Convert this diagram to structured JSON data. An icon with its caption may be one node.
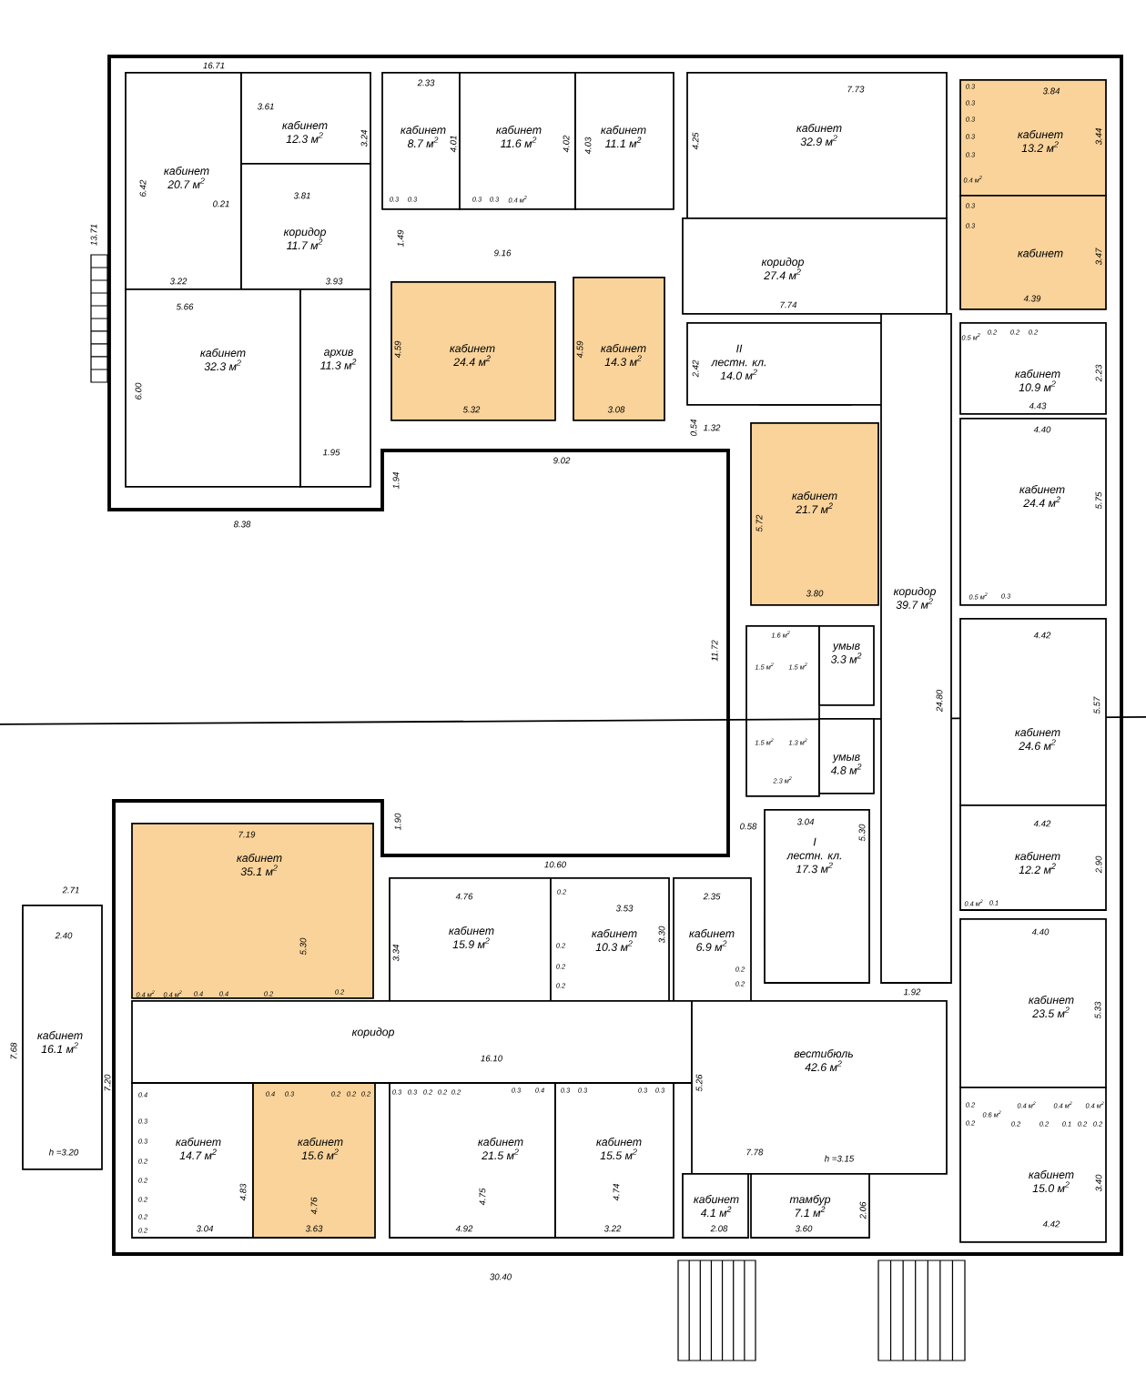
{
  "diagram": {
    "nodes": [
      {
        "text": [
          "кабинет",
          "20.7 м$^{2}$"
        ]
      },
      {
        "text": [
          "кабинет",
          "12.3 м$^{2}$"
        ]
      },
      {
        "text": [
          "коридор",
          "11.7 м$^{2}$"
        ]
      },
      {
        "text": [
          "кабинет",
          "32.3 м$^{2}$"
        ]
      },
      {
        "text": [
          "архив",
          "11.3 м$^{2}$"
        ]
      },
      {
        "text": [
          "кабинет",
          "8.7 м$^{2}$"
        ]
      },
      {
        "text": [
          "кабинет",
          "11.6 м$^{2}$"
        ]
      },
      {
        "text": [
          "кабинет",
          "11.1 м$^{2}$"
        ]
      },
      {
        "text": [
          "кабинет",
          "32.9 м$^{2}$"
        ]
      },
      {
        "text": [
          "коридор",
          "27.4 м$^{2}$"
        ]
      },
      {
        "text": [
          "кабинет",
          "24.4 м$^{2}$"
        ]
      },
      {
        "text": [
          "кабинет",
          "14.3 м$^{2}$"
        ]
      },
      {
        "text": [
          "II",
          "лестн. кл.",
          "14.0 м$^{2}$"
        ]
      },
      {
        "text": [
          "кабинет",
          "13.2 м$^{2}$"
        ]
      },
      {
        "text": [
          "кабинет"
        ]
      },
      {
        "text": [
          "кабинет",
          "10.9 м$^{2}$"
        ]
      },
      {
        "text": [
          "кабинет",
          "21.7 м$^{2}$"
        ]
      },
      {
        "text": [
          "кабинет",
          "24.4 м$^{2}$"
        ]
      },
      {
        "text": [
          "коридор",
          "39.7 м$^{2}$"
        ]
      },
      {
        "text": [
          "умыв",
          "3.3 м$^{2}$"
        ]
      },
      {
        "text": [
          "умыв",
          "4.8 м$^{2}$"
        ]
      },
      {
        "text": [
          "кабинет",
          "24.6 м$^{2}$"
        ]
      },
      {
        "text": [
          "кабинет",
          "12.2 м$^{2}$"
        ]
      },
      {
        "text": [
          "I",
          "лестн. кл.",
          "17.3 м$^{2}$"
        ]
      },
      {
        "text": [
          "кабинет",
          "35.1 м$^{2}$"
        ]
      },
      {
        "text": [
          "кабинет",
          "15.9 м$^{2}$"
        ]
      },
      {
        "text": [
          "кабинет",
          "10.3 м$^{2}$"
        ]
      },
      {
        "text": [
          "кабинет",
          "6.9 м$^{2}$"
        ]
      },
      {
        "text": [
          "кабинет",
          "16.1 м$^{2}$"
        ]
      },
      {
        "text": [
          "коридор"
        ]
      },
      {
        "text": [
          "вестибюль",
          "42.6 м$^{2}$"
        ]
      },
      {
        "text": [
          "кабинет",
          "23.5 м$^{2}$"
        ]
      },
      {
        "text": [
          "кабинет",
          "14.7 м$^{2}$"
        ]
      },
      {
        "text": [
          "кабинет",
          "15.6 м$^{2}$"
        ]
      },
      {
        "text": [
          "кабинет",
          "21.5 м$^{2}$"
        ]
      },
      {
        "text": [
          "кабинет",
          "15.5 м$^{2}$"
        ]
      },
      {
        "text": [
          "кабинет",
          "4.1 м$^{2}$"
        ]
      },
      {
        "text": [
          "тамбур",
          "7.1 м$^{2}$"
        ]
      },
      {
        "text": [
          "кабинет",
          "15.0 м$^{2}$"
        ]
      }
    ],
    "labels": [
      "16.71",
      "13.71",
      "3.61",
      "6.42",
      "3.24",
      "0.21",
      "3.81",
      "1.49",
      "3.22",
      "3.93",
      "5.66",
      "6.00",
      "1.95",
      "8.38",
      "1.94",
      "2.33",
      "4.01",
      "4.02",
      "4.03",
      "0.3",
      "0.3",
      "0.3",
      "0.3",
      "0.4 м$^{2}$",
      "9.16",
      "4.59",
      "5.32",
      "4.59",
      "3.08",
      "9.02",
      "7.73",
      "4.25",
      "7.74",
      "2.42",
      "0.54",
      "1.32",
      "0.3",
      "0.3",
      "0.3",
      "0.3",
      "0.3",
      "0.4 м$^{2}$",
      "0.3",
      "0.3",
      "3.84",
      "3.44",
      "3.47",
      "4.39",
      "0.5 м$^{2}$",
      "0.2",
      "0.2",
      "0.2",
      "2.23",
      "4.43",
      "4.40",
      "5.75",
      "5.72",
      "3.80",
      "0.5 м$^{2}$",
      "0.3",
      "4.42",
      "11.72",
      "1.6 м$^{2}$",
      "1.5 м$^{2}$",
      "1.5 м$^{2}$",
      "1.5 м$^{2}$",
      "1.3 м$^{2}$",
      "2.3 м$^{2}$",
      "24.80",
      "5.57",
      "0.58",
      "3.04",
      "5.30",
      "4.42",
      "2.90",
      "0.4 м$^{2}$",
      "0.1",
      "4.40",
      "1.92",
      "5.33",
      "7.19",
      "1.90",
      "2.71",
      "2.40",
      "10.60",
      "4.76",
      "3.53",
      "2.35",
      "3.34",
      "3.30",
      "5.30",
      "0.4 м$^{2}$",
      "0.4 м$^{2}$",
      "0.4",
      "0.4",
      "0.2",
      "0.2",
      "0.2",
      "0.2",
      "0.2",
      "0.2",
      "0.2",
      "0.2",
      "7.68",
      "7.20",
      "h =3.20",
      "16.10",
      "5.26",
      "0.4",
      "0.3",
      "0.3",
      "0.2",
      "0.2",
      "0.2",
      "0.2",
      "0.2",
      "0.4",
      "0.3",
      "0.2",
      "0.2",
      "0.2",
      "0.3",
      "0.3",
      "0.2",
      "0.2",
      "0.2",
      "0.3",
      "0.4",
      "0.3",
      "0.3",
      "0.3",
      "0.3",
      "4.83",
      "4.76",
      "4.75",
      "4.74",
      "3.04",
      "3.63",
      "4.92",
      "3.22",
      "30.40",
      "7.78",
      "h =3.15",
      "2.06",
      "2.08",
      "3.60",
      "0.2",
      "0.2",
      "0.6 м$^{2}$",
      "0.4 м$^{2}$",
      "0.4 м$^{2}$",
      "0.4 м$^{2}$",
      "0.2",
      "0.2",
      "0.1",
      "0.2",
      "0.2",
      "3.40",
      "4.42"
    ]
  }
}
